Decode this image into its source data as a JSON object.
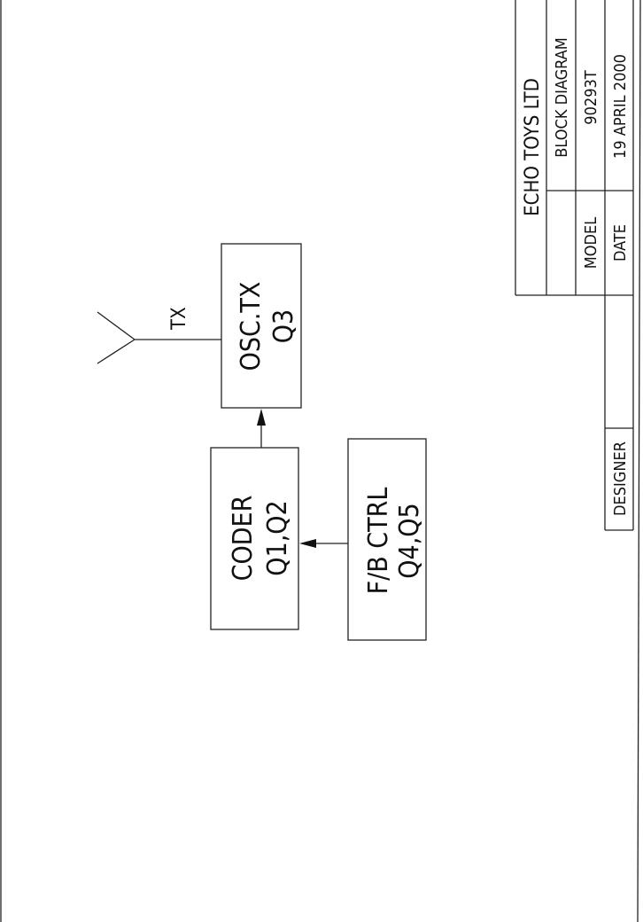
{
  "diagram": {
    "antenna_label": "TX",
    "blocks": [
      {
        "id": "osc",
        "title": "OSC.TX",
        "sub": "Q3"
      },
      {
        "id": "coder",
        "title": "CODER",
        "sub": "Q1,Q2"
      },
      {
        "id": "fb",
        "title": "F/B CTRL",
        "sub": "Q4,Q5"
      }
    ]
  },
  "title_block": {
    "company": "ECHO TOYS LTD",
    "drawing_title": "BLOCK DIAGRAM",
    "model_label": "MODEL",
    "model_value": "90293T",
    "date_label": "DATE",
    "date_value": "19 APRIL 2000",
    "designer_label": "DESIGNER"
  }
}
